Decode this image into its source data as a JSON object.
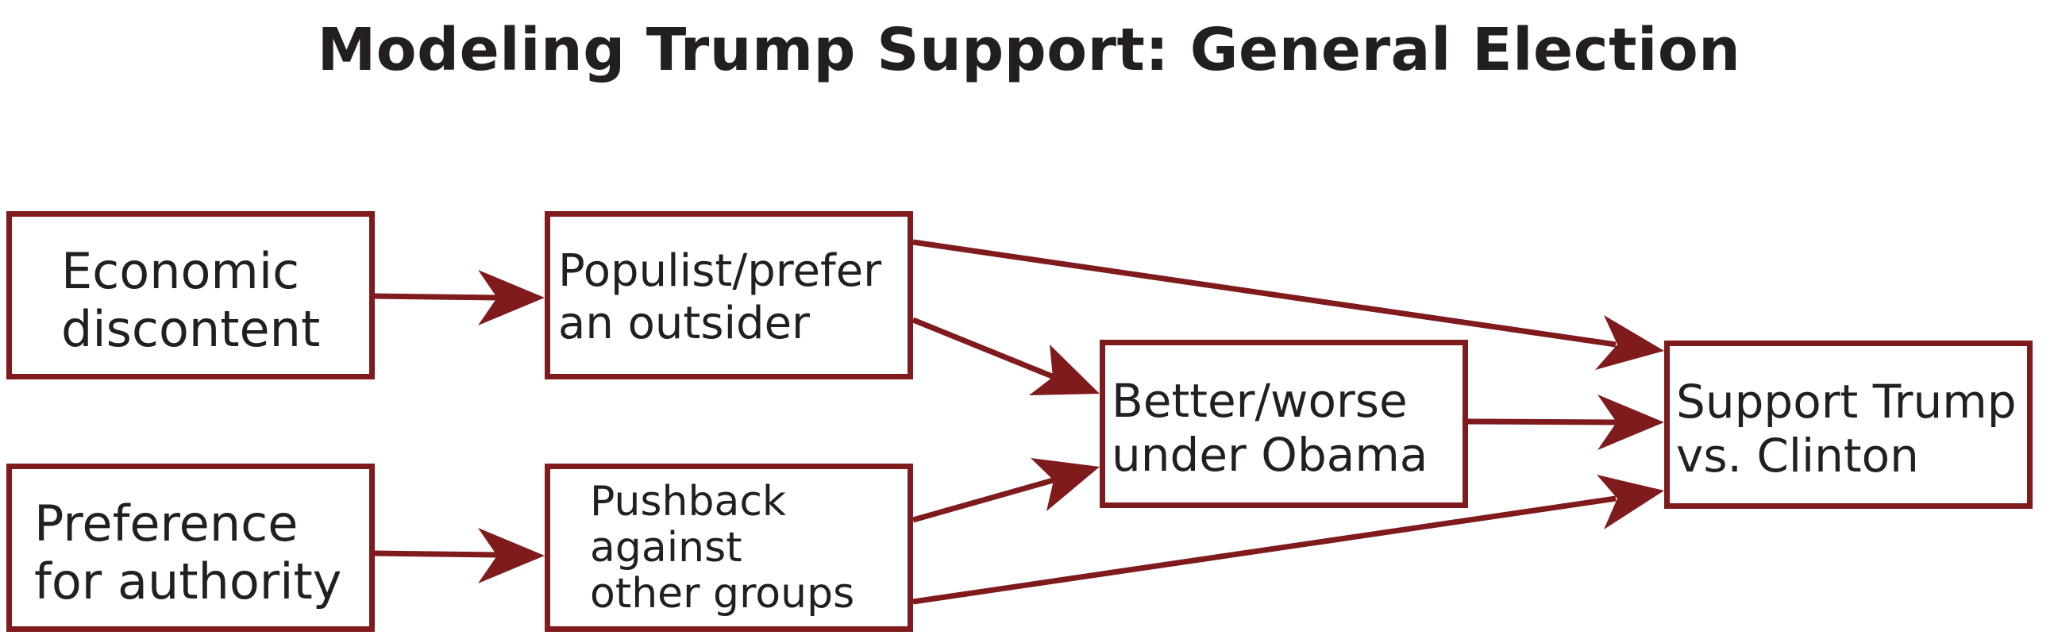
{
  "title": "Modeling Trump Support: General Election",
  "colors": {
    "border": "#7f1a1d",
    "arrow": "#7f1a1d",
    "text": "#231f20"
  },
  "nodes": {
    "economic_discontent": {
      "lines": [
        "Economic",
        "discontent"
      ]
    },
    "preference_authority": {
      "lines": [
        "Preference",
        "for authority"
      ]
    },
    "populist_outsider": {
      "lines": [
        "Populist/prefer",
        "an outsider"
      ]
    },
    "pushback_groups": {
      "lines": [
        "Pushback",
        "against",
        "other groups"
      ]
    },
    "better_worse_obama": {
      "lines": [
        "Better/worse",
        "under Obama"
      ]
    },
    "support_trump": {
      "lines": [
        "Support Trump",
        "vs. Clinton"
      ]
    }
  },
  "edges": [
    {
      "from": "economic_discontent",
      "to": "populist_outsider"
    },
    {
      "from": "preference_authority",
      "to": "pushback_groups"
    },
    {
      "from": "populist_outsider",
      "to": "support_trump"
    },
    {
      "from": "populist_outsider",
      "to": "better_worse_obama"
    },
    {
      "from": "pushback_groups",
      "to": "better_worse_obama"
    },
    {
      "from": "pushback_groups",
      "to": "support_trump"
    },
    {
      "from": "better_worse_obama",
      "to": "support_trump"
    }
  ]
}
